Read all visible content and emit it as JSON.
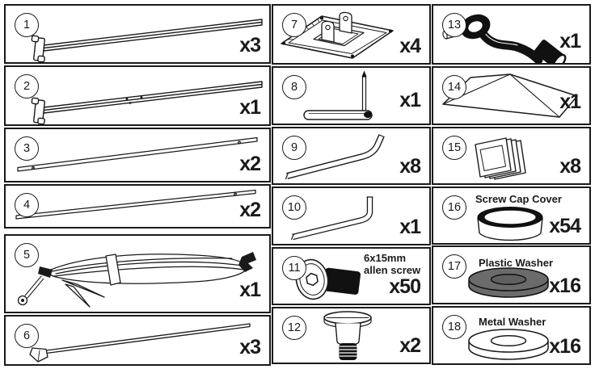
{
  "document": {
    "type": "assembly-parts-list"
  },
  "colors": {
    "line": "#1a1a1a",
    "background": "#ffffff",
    "hardware_fill": "#111111",
    "plastic_washer_fill": "#6b6b6b",
    "metal_washer_fill": "#ffffff"
  },
  "parts": [
    {
      "num": "1",
      "qty": "x3",
      "icon": "pole-with-t-bracket"
    },
    {
      "num": "2",
      "qty": "x1",
      "icon": "pole-with-t-bracket-holes"
    },
    {
      "num": "3",
      "qty": "x2",
      "icon": "long-thin-pole"
    },
    {
      "num": "4",
      "qty": "x2",
      "icon": "long-thin-pole"
    },
    {
      "num": "5",
      "qty": "x1",
      "icon": "cord-bundle-with-ring"
    },
    {
      "num": "6",
      "qty": "x3",
      "icon": "pole-with-end-cap"
    },
    {
      "num": "7",
      "qty": "x4",
      "icon": "square-base-plate"
    },
    {
      "num": "8",
      "qty": "x1",
      "icon": "pin-with-sleeve"
    },
    {
      "num": "9",
      "qty": "x8",
      "icon": "bent-tube"
    },
    {
      "num": "10",
      "qty": "x1",
      "icon": "allen-key"
    },
    {
      "num": "11",
      "qty": "x50",
      "label_line1": "6x15mm",
      "label_line2": "allen screw",
      "icon": "allen-screw"
    },
    {
      "num": "12",
      "qty": "x2",
      "icon": "shoulder-bolt"
    },
    {
      "num": "13",
      "qty": "x1",
      "icon": "crank-bracket"
    },
    {
      "num": "14",
      "qty": "x1",
      "icon": "canopy-panel"
    },
    {
      "num": "15",
      "qty": "x8",
      "icon": "square-end-cap"
    },
    {
      "num": "16",
      "qty": "x54",
      "label": "Screw Cap Cover",
      "icon": "screw-cap-cover"
    },
    {
      "num": "17",
      "qty": "x16",
      "label": "Plastic Washer",
      "icon": "plastic-washer"
    },
    {
      "num": "18",
      "qty": "x16",
      "label": "Metal Washer",
      "icon": "metal-washer"
    }
  ]
}
